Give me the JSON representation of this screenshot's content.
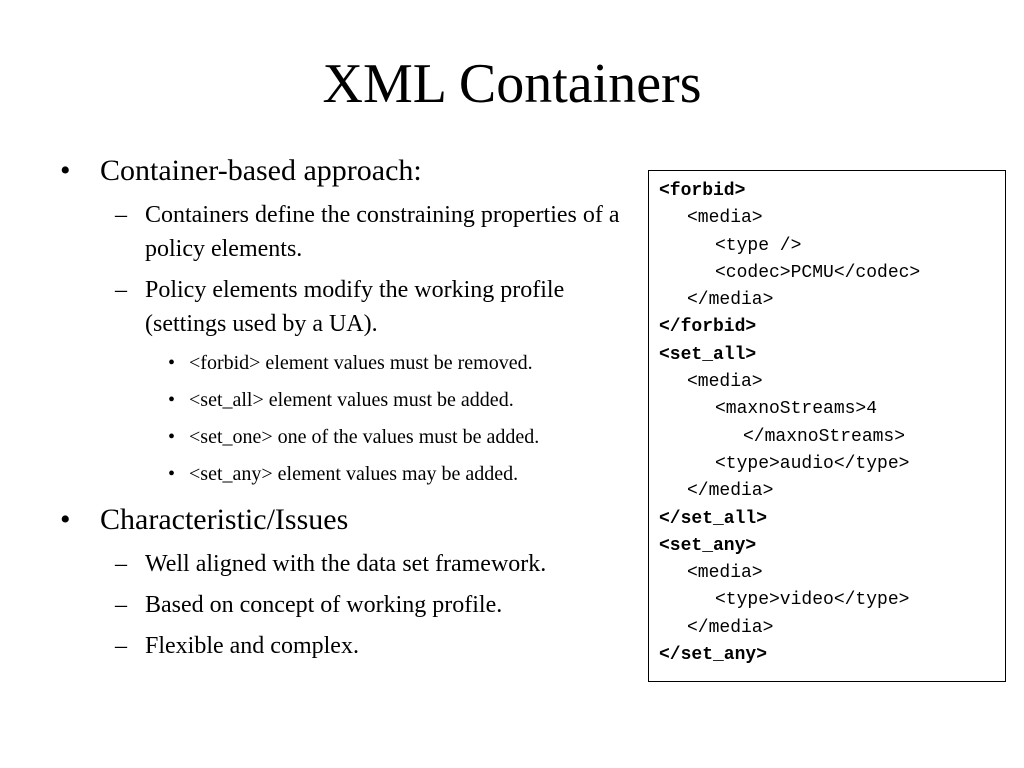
{
  "slide": {
    "title": "XML Containers"
  },
  "bullets": {
    "b1": {
      "marker": "•",
      "text": "Container-based approach:",
      "sub1": {
        "marker": "–",
        "text": "Containers define the constraining properties of a policy elements."
      },
      "sub2": {
        "marker": "–",
        "text": "Policy elements modify the working profile (settings used by a UA).",
        "items": [
          {
            "marker": "•",
            "text": "<forbid> element values must be removed."
          },
          {
            "marker": "•",
            "text": "<set_all> element values must be added."
          },
          {
            "marker": "•",
            "text": "<set_one> one of the values must be added."
          },
          {
            "marker": "•",
            "text": "<set_any> element values may be added."
          }
        ]
      }
    },
    "b2": {
      "marker": "•",
      "text": "Characteristic/Issues",
      "sub1": {
        "marker": "–",
        "text": "Well aligned with the data set framework."
      },
      "sub2": {
        "marker": "–",
        "text": "Based on concept of working profile."
      },
      "sub3": {
        "marker": "–",
        "text": "Flexible and complex."
      }
    }
  },
  "code": {
    "lines": [
      "<forbid>",
      "<media>",
      "<type />",
      "<codec>PCMU</codec>",
      "</media>",
      "</forbid>",
      "<set_all>",
      "<media>",
      "<maxnoStreams>4",
      "</maxnoStreams>",
      "<type>audio</type>",
      "</media>",
      "</set_all>",
      "<set_any>",
      "<media>",
      "<type>video</type>",
      "</media>",
      "</set_any>"
    ]
  }
}
